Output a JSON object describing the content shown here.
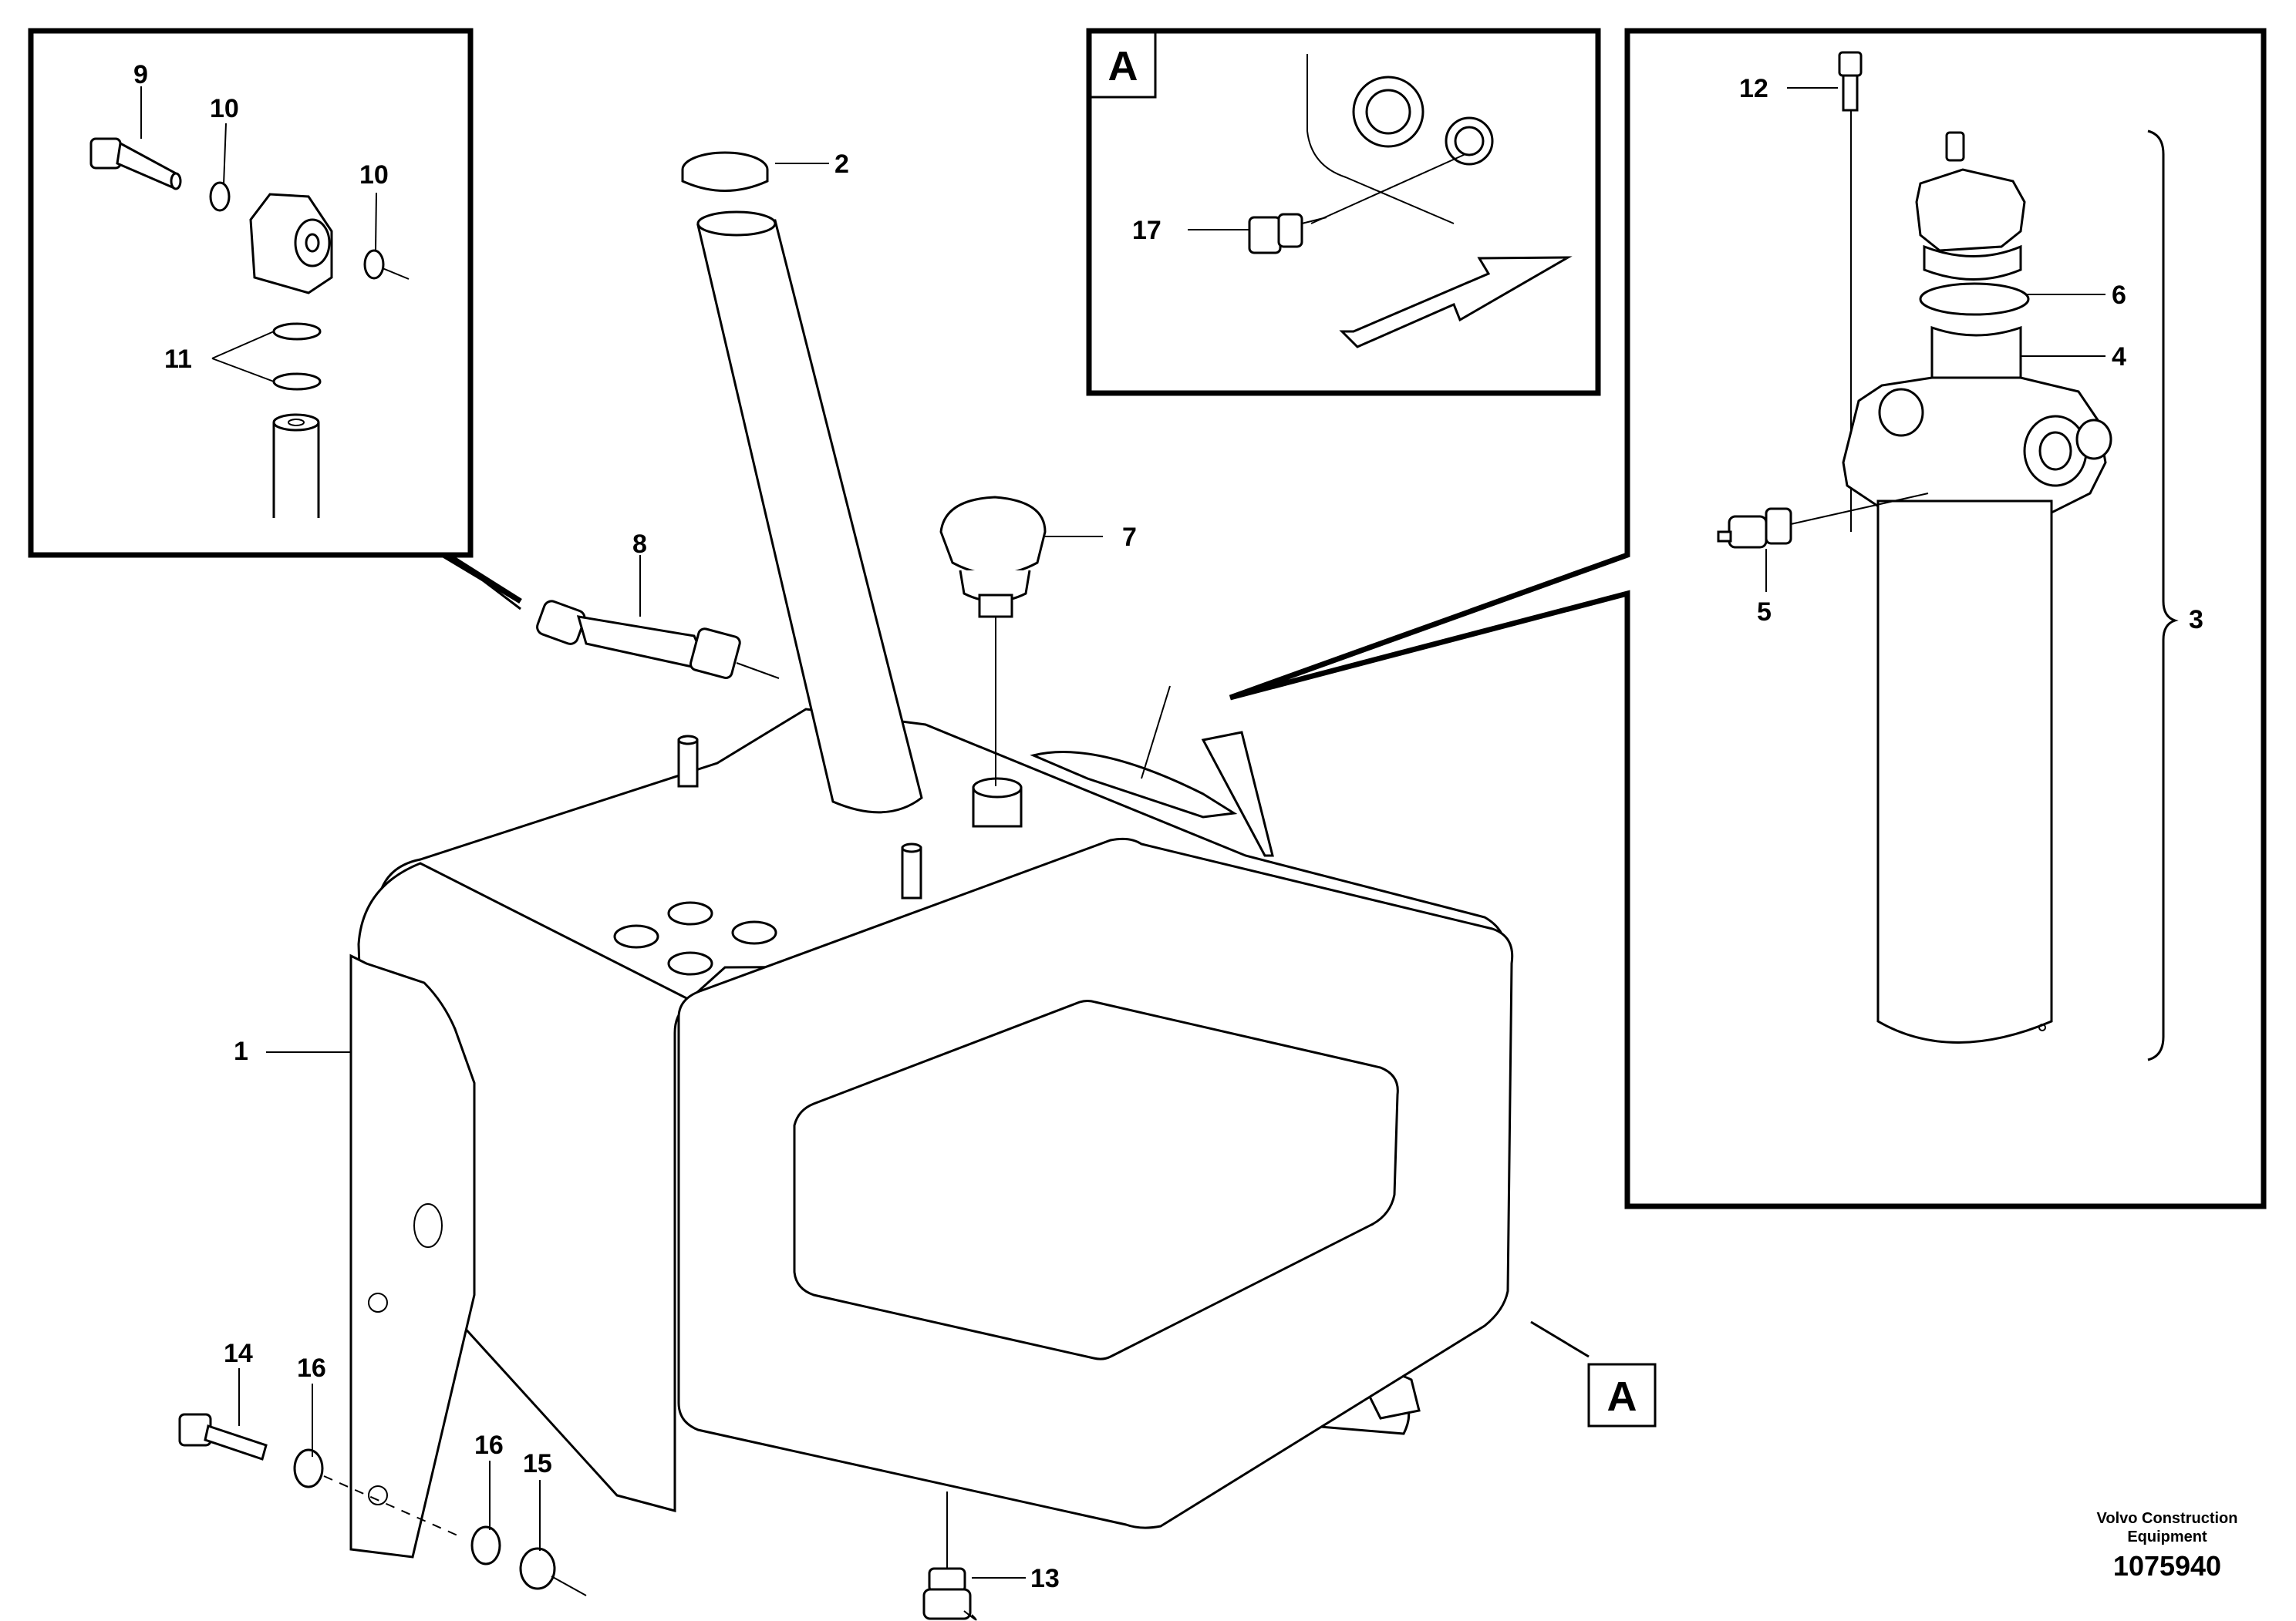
{
  "diagram": {
    "view_label": "A",
    "part_numbers": [
      "1",
      "2",
      "3",
      "4",
      "5",
      "6",
      "7",
      "8",
      "9",
      "10",
      "10",
      "11",
      "12",
      "13",
      "14",
      "15",
      "16",
      "16",
      "17"
    ],
    "labels": {
      "p1": "1",
      "p2": "2",
      "p3": "3",
      "p4": "4",
      "p5": "5",
      "p6": "6",
      "p7": "7",
      "p8": "8",
      "p9": "9",
      "p10a": "10",
      "p10b": "10",
      "p11": "11",
      "p12": "12",
      "p13": "13",
      "p14": "14",
      "p15": "15",
      "p16a": "16",
      "p16b": "16",
      "p17": "17"
    },
    "brand_line1": "Volvo Construction",
    "brand_line2": "Equipment",
    "document_number": "1075940"
  }
}
